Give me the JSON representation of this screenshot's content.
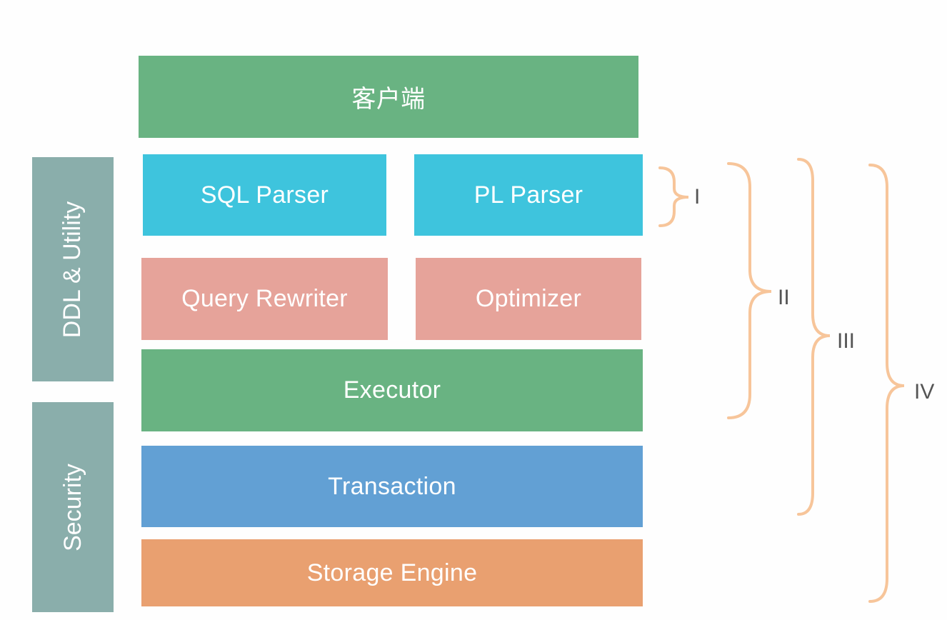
{
  "layers": {
    "client": "客户端",
    "sql_parser": "SQL Parser",
    "pl_parser": "PL Parser",
    "query_rewriter": "Query Rewriter",
    "optimizer": "Optimizer",
    "executor": "Executor",
    "transaction": "Transaction",
    "storage_engine": "Storage Engine"
  },
  "side_panels": {
    "ddl_utility": "DDL & Utility",
    "security": "Security"
  },
  "brackets": {
    "i": "I",
    "ii": "II",
    "iii": "III",
    "iv": "IV"
  },
  "colors": {
    "client": "#69b382",
    "parser": "#3ec4dd",
    "rewriter": "#e6a39a",
    "executor": "#69b382",
    "transaction": "#62a0d4",
    "storage": "#e9a070",
    "side": "#8aaeab",
    "bracket": "#f7c59a"
  }
}
